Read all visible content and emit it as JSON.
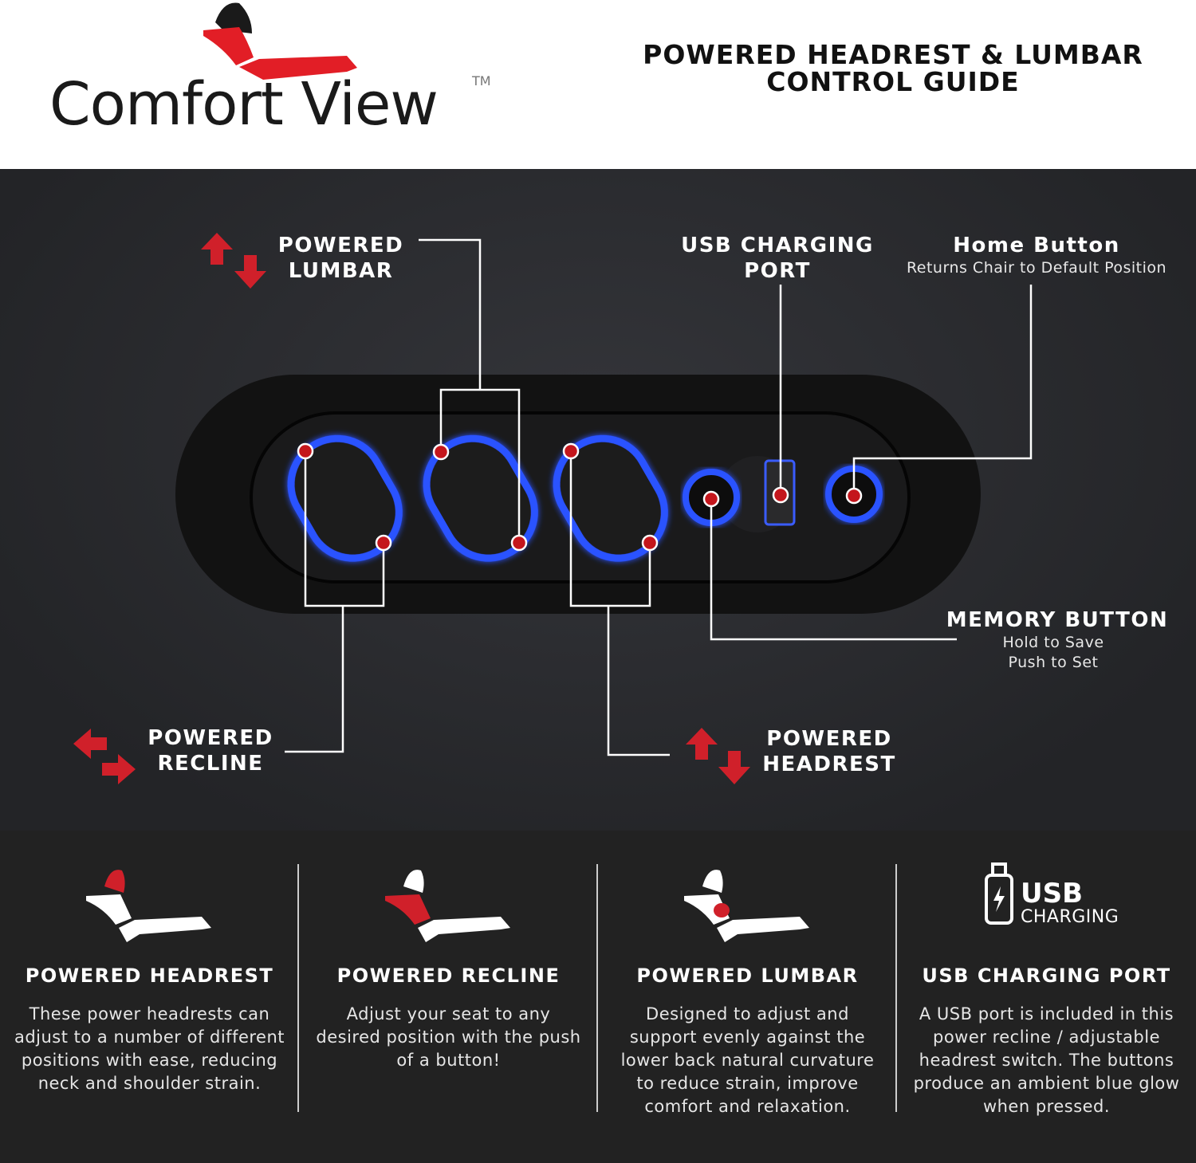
{
  "brand": {
    "name": "Comfort View",
    "trademark": "TM"
  },
  "header": {
    "title_line1": "POWERED HEADREST & LUMBAR",
    "title_line2": "CONTROL GUIDE"
  },
  "callouts": {
    "lumbar": {
      "line1": "POWERED",
      "line2": "LUMBAR"
    },
    "recline": {
      "line1": "POWERED",
      "line2": "RECLINE"
    },
    "headrest": {
      "line1": "POWERED",
      "line2": "HEADREST"
    },
    "usb": {
      "line1": "USB CHARGING",
      "line2": "PORT"
    },
    "home": {
      "title": "Home Button",
      "desc": "Returns Chair to Default Position"
    },
    "memory": {
      "title": "MEMORY BUTTON",
      "desc1": "Hold to Save",
      "desc2": "Push to Set"
    }
  },
  "features": [
    {
      "title": "POWERED HEADREST",
      "text": "These power headrests can adjust to a number of different positions with ease, reducing neck and shoulder strain."
    },
    {
      "title": "POWERED RECLINE",
      "text": "Adjust your seat to any desired position with the push of a button!"
    },
    {
      "title": "POWERED LUMBAR",
      "text": "Designed to adjust and support evenly against the lower back natural curvature to reduce strain, improve comfort and relaxation."
    },
    {
      "title": "USB CHARGING PORT",
      "text": "A USB port is included in this power recline / adjustable headrest switch. The buttons produce an ambient blue glow when pressed."
    }
  ],
  "usb_badge": {
    "line1": "USB",
    "line2": "CHARGING"
  },
  "colors": {
    "accent_red": "#d0202a",
    "glow_blue": "#1f4dff",
    "panel": "#222222"
  }
}
